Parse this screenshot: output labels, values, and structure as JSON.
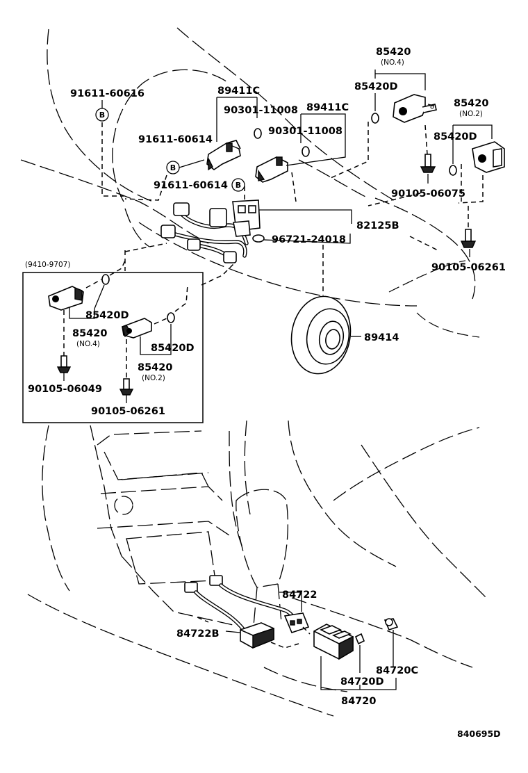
{
  "labels": {
    "p85420_no4": "85420",
    "p85420_no4_sub": "(NO.4)",
    "p85420d_top": "85420D",
    "p85420_no2": "85420",
    "p85420_no2_sub": "(NO.2)",
    "p85420d_right": "85420D",
    "p90105_06075": "90105-06075",
    "p90105_06261_right": "90105-06261",
    "p89411c_a": "89411C",
    "p89411c_b": "89411C",
    "p90301_a": "90301-11008",
    "p90301_b": "90301-11008",
    "p91611_a": "91611-60616",
    "p91611_b": "91611-60614",
    "p91611_c": "91611-60614",
    "p82125b": "82125B",
    "p96721": "96721-24018",
    "p89414": "89414",
    "p84722": "84722",
    "p84722b": "84722B",
    "p84720c": "84720C",
    "p84720d": "84720D",
    "p84720": "84720",
    "callout_b": "B",
    "figure_id": "840695D"
  },
  "inset": {
    "date_range": "(9410-9707)",
    "p85420d_a": "85420D",
    "p85420_a": "85420",
    "p85420_a_sub": "(NO.4)",
    "p85420d_b": "85420D",
    "p85420_b": "85420",
    "p85420_b_sub": "(NO.2)",
    "p90105_06049": "90105-06049",
    "p90105_06261": "90105-06261"
  }
}
